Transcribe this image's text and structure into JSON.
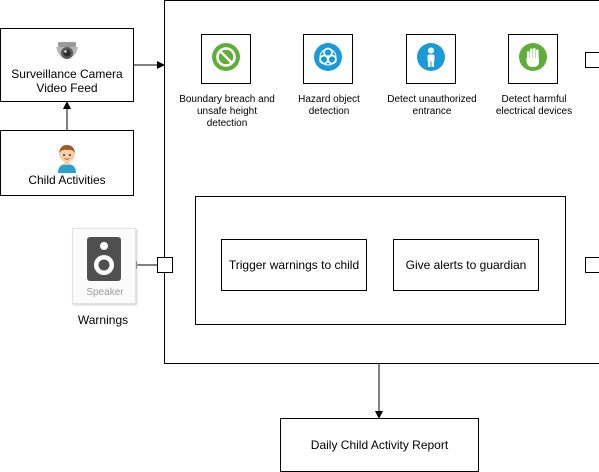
{
  "inputs": {
    "camera": {
      "label_line1": "Surveillance Camera",
      "label_line2": "Video Feed",
      "icon": "surveillance-camera-icon"
    },
    "child": {
      "label": "Child Activities",
      "icon": "child-avatar-icon"
    }
  },
  "detections": [
    {
      "label": "Boundary breach and\nunsafe height\ndetection",
      "icon": "prohibited-icon",
      "color": "#5fae3a"
    },
    {
      "label": "Hazard object\ndetection",
      "icon": "biohazard-icon",
      "color": "#1a9ad6"
    },
    {
      "label": "Detect unauthorized\nentrance",
      "icon": "person-icon",
      "color": "#1a9ad6"
    },
    {
      "label": "Detect harmful\nelectrical devices",
      "icon": "stop-hand-icon",
      "color": "#5fae3a"
    }
  ],
  "actions": {
    "trigger_warnings": "Trigger warnings to child",
    "give_alerts": "Give alerts to guardian"
  },
  "speaker": {
    "caption": "Speaker",
    "icon": "speaker-icon",
    "warnings_label": "Warnings"
  },
  "report": {
    "label": "Daily Child Activity Report"
  }
}
